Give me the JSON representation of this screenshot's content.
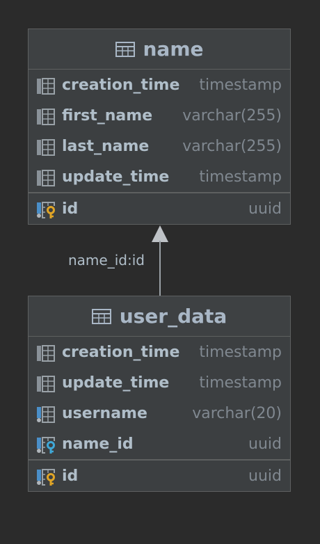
{
  "tables": {
    "name": {
      "title": "name",
      "columns": [
        {
          "name": "creation_time",
          "type": "timestamp",
          "kind": "column"
        },
        {
          "name": "first_name",
          "type": "varchar(255)",
          "kind": "column"
        },
        {
          "name": "last_name",
          "type": "varchar(255)",
          "kind": "column"
        },
        {
          "name": "update_time",
          "type": "timestamp",
          "kind": "column"
        }
      ],
      "keys": [
        {
          "name": "id",
          "type": "uuid",
          "kind": "primary-key"
        }
      ]
    },
    "user_data": {
      "title": "user_data",
      "columns": [
        {
          "name": "creation_time",
          "type": "timestamp",
          "kind": "column"
        },
        {
          "name": "update_time",
          "type": "timestamp",
          "kind": "column"
        },
        {
          "name": "username",
          "type": "varchar(20)",
          "kind": "unique-column"
        },
        {
          "name": "name_id",
          "type": "uuid",
          "kind": "foreign-key"
        }
      ],
      "keys": [
        {
          "name": "id",
          "type": "uuid",
          "kind": "primary-key"
        }
      ]
    }
  },
  "relationship": {
    "label": "name_id:id"
  },
  "colors": {
    "background": "#2b2b2b",
    "table_bg": "#3c3f41",
    "border": "#5e6060",
    "text": "#b0bec9",
    "type_text": "#808890",
    "pk_key": "#e0a526",
    "fk_key": "#3fa8d8"
  }
}
